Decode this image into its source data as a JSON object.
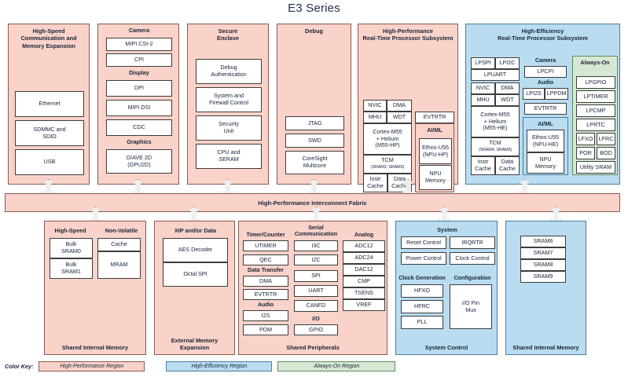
{
  "title": "E3 Series",
  "colors": {
    "high_performance": "#f9d2c9",
    "high_efficiency": "#b9dcf1",
    "always_on": "#d6e8d4",
    "box_fill": "#ffffff"
  },
  "fabric": {
    "label": "High-Performance Interconnect Fabric"
  },
  "columns": {
    "hs_comm": {
      "title": "High-Speed\nCommunication and\nMemory Expansion",
      "title_l1": "High-Speed",
      "title_l2": "Communication and",
      "title_l3": "Memory Expansion",
      "boxes": [
        "Ethernet",
        "SDMMC and SDIO",
        "USB"
      ],
      "box_ethernet": "Ethernet",
      "box_sdmmc_l1": "SDMMC and",
      "box_sdmmc_l2": "SDIO",
      "box_usb": "USB"
    },
    "camera_display": {
      "group_camera": "Camera",
      "group_display": "Display",
      "group_graphics": "Graphics",
      "b_mipi_csi2": "MIPI CSI-2",
      "b_cpi": "CPI",
      "b_dpi": "DPI",
      "b_mipi_dsi": "MIPI DSI",
      "b_cdc": "CDC",
      "b_dave2d_l1": "D/AVE 2D",
      "b_dave2d_l2": "(GPU2D)"
    },
    "secure_enclave": {
      "title_l1": "Secure",
      "title_l2": "Enclave",
      "b_debug_l1": "Debug",
      "b_debug_l2": "Authentication",
      "b_sysfw_l1": "System and",
      "b_sysfw_l2": "Firewall Control",
      "b_secunit_l1": "Security",
      "b_secunit_l2": "Unit",
      "b_cpuseram_l1": "CPU and",
      "b_cpuseram_l2": "SERAM"
    },
    "debug": {
      "title": "Debug",
      "b_jtag": "JTAG",
      "b_swd": "SWD",
      "b_coresight_l1": "CoreSight",
      "b_coresight_l2": "Multicore"
    },
    "hp_rtss": {
      "title_l1": "High-Performance",
      "title_l2": "Real-Time Processor Subsystem",
      "b_nvic": "NVIC",
      "b_dma": "DMA",
      "b_mhu": "MHU",
      "b_wdt": "WDT",
      "b_cpu_l1": "Cortex-M55",
      "b_cpu_l2": "+ Helium",
      "b_cpu_l3": "(M55-HP)",
      "b_tcm": "TCM",
      "b_tcm_sub": "(SRAM2, SRAM3)",
      "b_instr_l1": "Instr",
      "b_instr_l2": "Cache",
      "b_data_l1": "Data",
      "b_data_l2": "Cache",
      "b_evtrtr": "EVTRTR",
      "aiml_title": "AI/ML",
      "b_ethos_l1": "Ethos-U55",
      "b_ethos_l2": "(NPU-HP)",
      "b_npumem_l1": "NPU",
      "b_npumem_l2": "Memory"
    },
    "he_rtss": {
      "title_l1": "High-Efficiency",
      "title_l2": "Real-Time Processor Subsystem",
      "b_lpspi": "LPSPI",
      "b_lpi2c": "LPI2C",
      "b_lpuart": "LPUART",
      "b_nvic": "NVIC",
      "b_dma": "DMA",
      "b_mhu": "MHU",
      "b_wdt": "WDT",
      "b_cpu_l1": "Cortex-M55",
      "b_cpu_l2": "+ Helium",
      "b_cpu_l3": "(M55-HE)",
      "b_tcm": "TCM",
      "b_tcm_sub": "(SRAM4, SRAM5)",
      "b_instr_l1": "Instr",
      "b_instr_l2": "Cache",
      "b_data_l1": "Data",
      "b_data_l2": "Cache",
      "group_camera": "Camera",
      "b_lpcpi": "LPCPI",
      "group_audio": "Audio",
      "b_lpi2s": "LPI2S",
      "b_lppdm": "LPPDM",
      "b_evtrtr": "EVTRTR",
      "aiml_title": "AI/ML",
      "b_ethos_l1": "Ethos-U55",
      "b_ethos_l2": "(NPU-HE)",
      "b_npumem_l1": "NPU",
      "b_npumem_l2": "Memory",
      "ao_title": "Always-On",
      "b_lpgpio": "LPGPIO",
      "b_lptimer": "LPTIMER",
      "b_lpcmp": "LPCMP",
      "b_lprtc": "LPRTC",
      "b_lfxo": "LFXO",
      "b_lfrc": "LFRC",
      "b_por": "POR",
      "b_bod": "BOD",
      "b_utility_sram": "Utility SRAM"
    },
    "shared_mem_left": {
      "footer": "Shared Internal Memory",
      "group_highspeed": "High-Speed",
      "group_nonvolatile": "Non-Volatile",
      "b_bulk0_l1": "Bulk",
      "b_bulk0_l2": "SRAM0",
      "b_bulk1_l1": "Bulk",
      "b_bulk1_l2": "SRAM1",
      "b_cache": "Cache",
      "b_mram": "MRAM"
    },
    "ext_mem": {
      "footer_l1": "External Memory",
      "footer_l2": "Expansion",
      "group_xip": "XIP and/or Data",
      "b_aes": "AES Decoder",
      "b_octalspi": "Octal SPI"
    },
    "shared_periph": {
      "footer": "Shared Peripherals",
      "group_timer": "Timer/Counter",
      "group_serial_l1": "Serial",
      "group_serial_l2": "Communication",
      "group_analog": "Analog",
      "group_datatransfer": "Data Transfer",
      "group_audio": "Audio",
      "group_io": "I/O",
      "b_utimer": "UTIMER",
      "b_qec": "QEC",
      "b_dma": "DMA",
      "b_evtrtr": "EVTRTR",
      "b_i2s": "I2S",
      "b_pdm": "PDM",
      "b_i3c": "I3C",
      "b_i2c": "I2C",
      "b_spi": "SPI",
      "b_uart": "UART",
      "b_canfd": "CANFD",
      "b_gpio": "GPIO",
      "b_adc12": "ADC12",
      "b_adc24": "ADC24",
      "b_dac12": "DAC12",
      "b_cmp": "CMP",
      "b_tsens": "TSENS",
      "b_vref": "VREF"
    },
    "system_control": {
      "footer": "System Control",
      "group_system": "System",
      "group_clockgen": "Clock Generation",
      "group_config": "Configuration",
      "b_reset": "Reset Control",
      "b_power": "Power Control",
      "b_irqrtr": "IRQRTR",
      "b_clockctl": "Clock Control",
      "b_hfxo": "HFXO",
      "b_hfrc": "HFRC",
      "b_pll": "PLL",
      "b_iopin_l1": "I/O Pin",
      "b_iopin_l2": "Mux"
    },
    "shared_mem_right": {
      "footer": "Shared Internal Memory",
      "b_sram6": "SRAM6",
      "b_sram7": "SRAM7",
      "b_sram8": "SRAM8",
      "b_sram9": "SRAM9"
    }
  },
  "color_key": {
    "label": "Color Key:",
    "items": [
      {
        "text": "High-Performance Region",
        "color": "#f9d2c9"
      },
      {
        "text": "High-Efficiency Region",
        "color": "#b9dcf1"
      },
      {
        "text": "Always-On Region",
        "color": "#d6e8d4"
      }
    ],
    "item0": "High-Performance Region",
    "item1": "High-Efficiency Region",
    "item2": "Always-On Region"
  }
}
